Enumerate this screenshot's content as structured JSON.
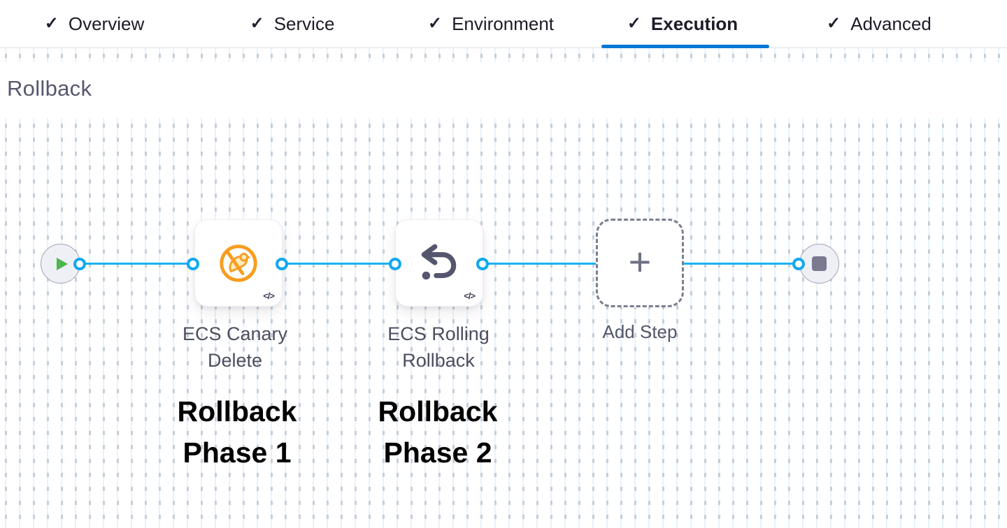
{
  "tab_bar": {
    "check_glyph": "✓",
    "active_tab": "Execution",
    "tabs": [
      {
        "label": "Overview"
      },
      {
        "label": "Service"
      },
      {
        "label": "Environment"
      },
      {
        "label": "Execution"
      },
      {
        "label": "Advanced"
      }
    ]
  },
  "section": {
    "title": "Rollback"
  },
  "pipeline": {
    "steps": [
      {
        "label": "ECS Canary Delete",
        "icon": "ecs-canary-delete-icon",
        "code_badge": "</>",
        "annotation": "Rollback Phase 1"
      },
      {
        "label": "ECS Rolling Rollback",
        "icon": "ecs-rolling-rollback-icon",
        "code_badge": "</>",
        "annotation": "Rollback Phase 2"
      }
    ],
    "add_step": {
      "label": "Add Step",
      "plus_glyph": "+"
    },
    "start_node": {
      "type": "start"
    },
    "end_node": {
      "type": "stop"
    }
  },
  "colors": {
    "accent_blue": "#0278d5",
    "connector_blue": "#1ab2f0",
    "play_green": "#4db64e",
    "canary_orange": "#f79d1f",
    "icon_slate": "#54566e"
  }
}
